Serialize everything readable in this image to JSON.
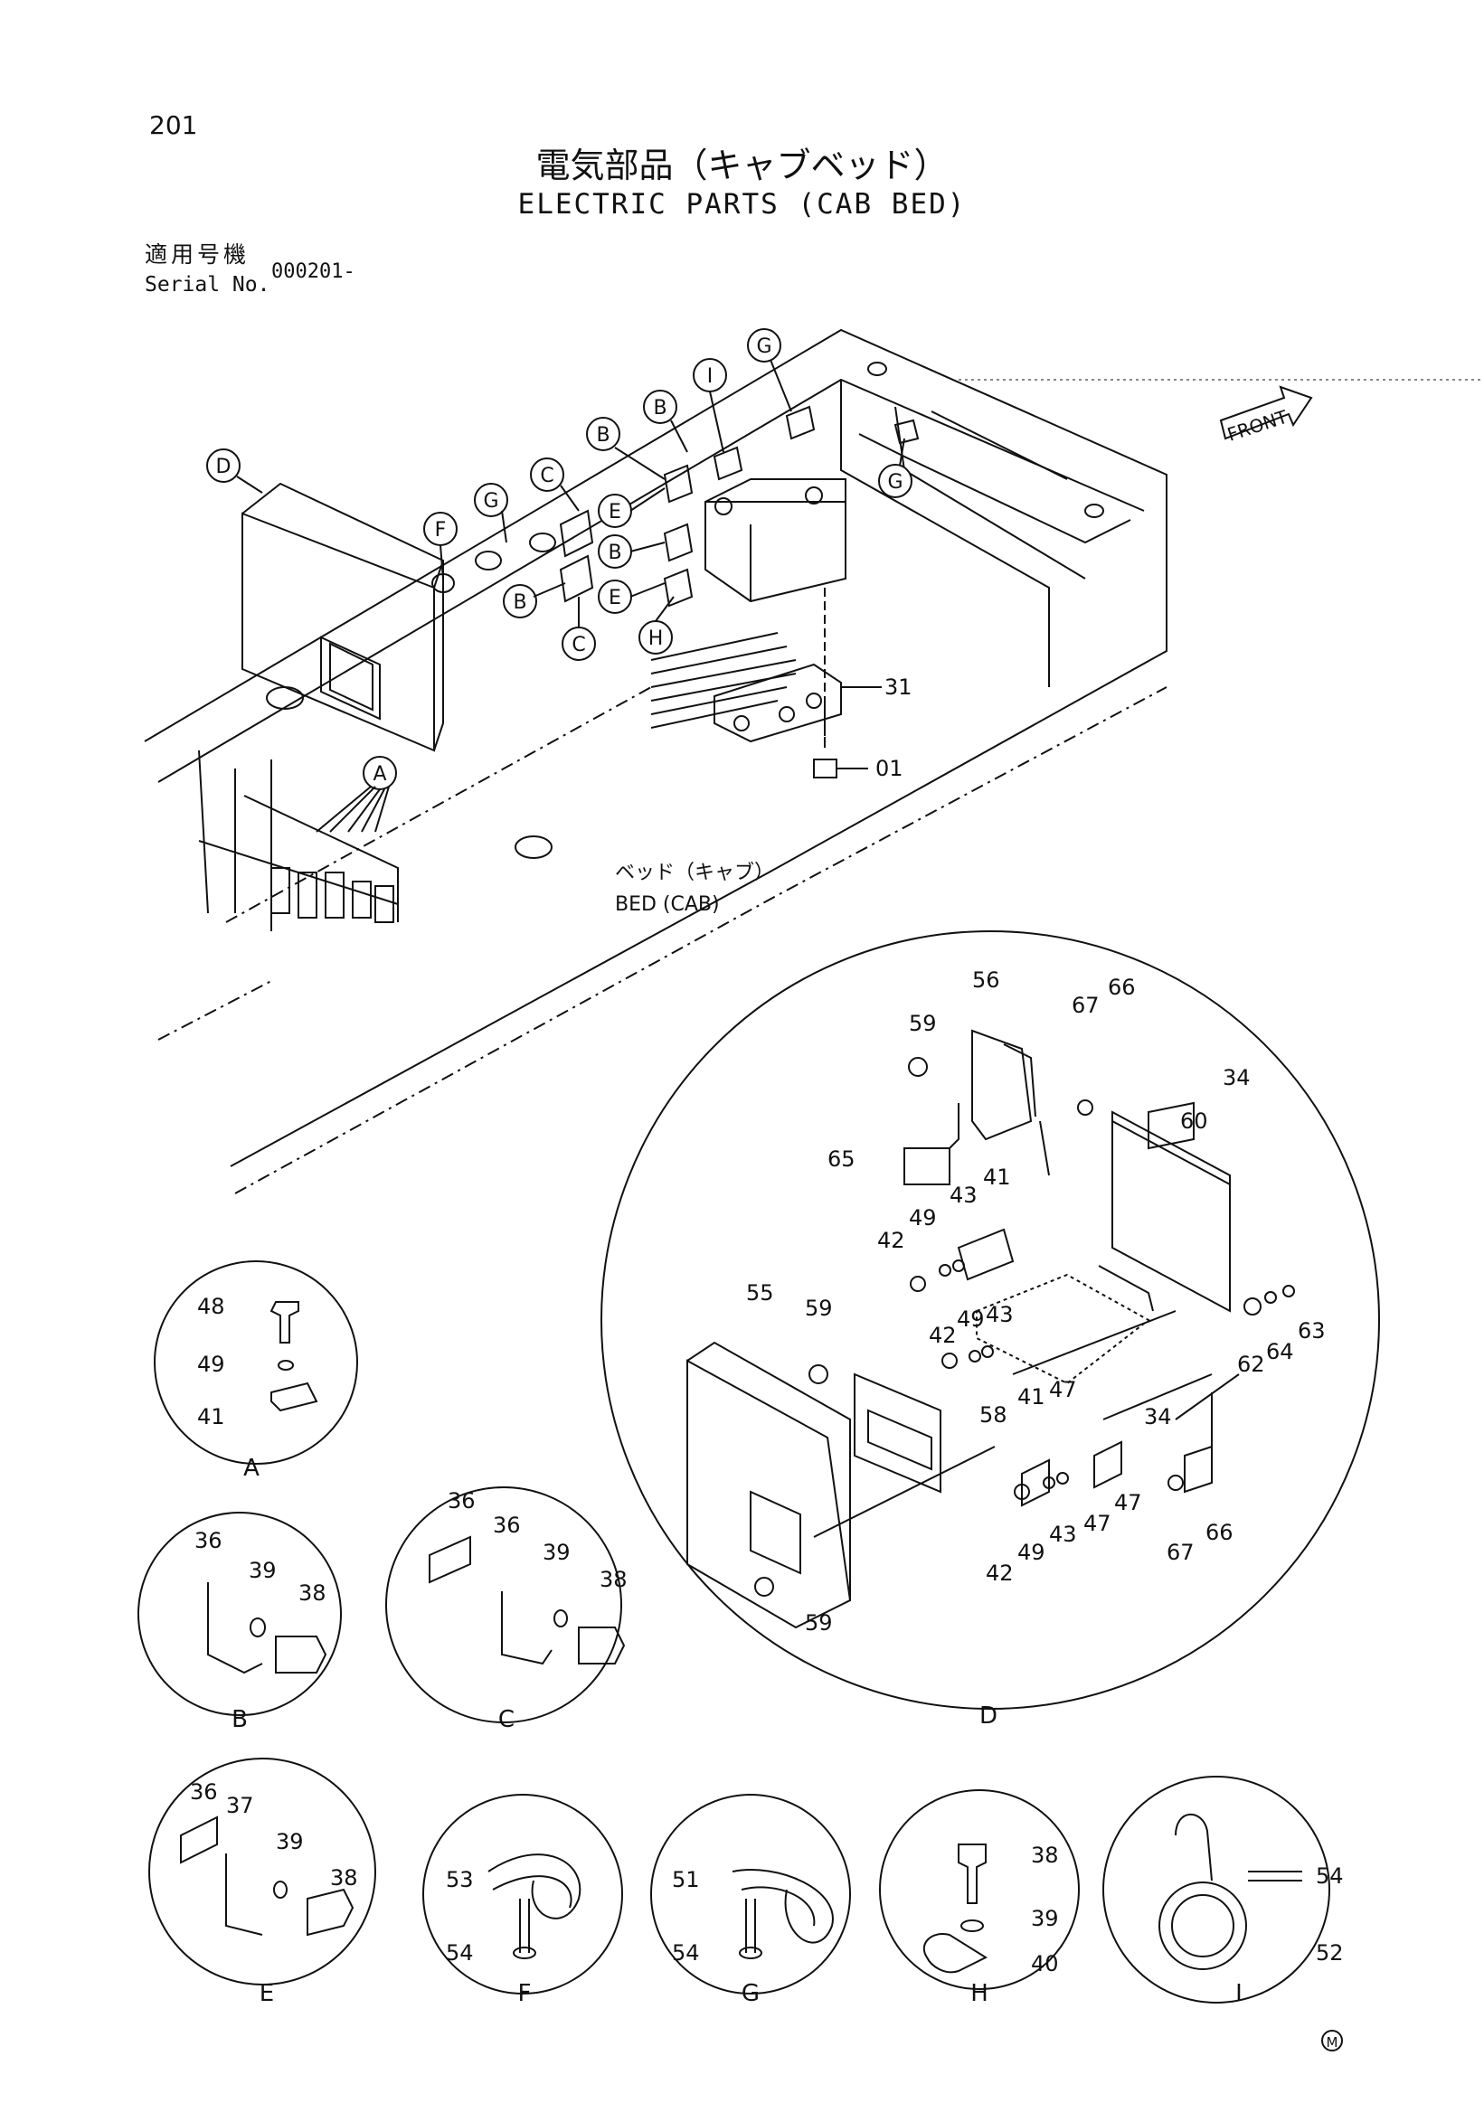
{
  "page_number": "201",
  "title_jp": "電気部品（キャブベッド）",
  "title_en": "ELECTRIC PARTS (CAB BED)",
  "serial": {
    "label_jp": "適用号機",
    "label_en": "Serial No.",
    "value": "000201-"
  },
  "front_label": "FRONT",
  "bed_label_jp": "ベッド（キャブ）",
  "bed_label_en": "BED (CAB)",
  "callouts": [
    "A",
    "B",
    "C",
    "D",
    "E",
    "F",
    "G",
    "H",
    "I"
  ],
  "main_parts": [
    "31",
    "01"
  ],
  "detail_d_parts": [
    "56",
    "59",
    "67",
    "66",
    "34",
    "60",
    "65",
    "41",
    "43",
    "49",
    "42",
    "55",
    "59",
    "58",
    "42",
    "49",
    "43",
    "41",
    "47",
    "62",
    "64",
    "63",
    "34",
    "42",
    "49",
    "43",
    "47",
    "47",
    "67",
    "66",
    "59"
  ],
  "detail_a_parts": [
    "48",
    "49",
    "41"
  ],
  "detail_b_parts": [
    "36",
    "39",
    "38"
  ],
  "detail_c_parts": [
    "36",
    "36",
    "39",
    "38"
  ],
  "detail_e_parts": [
    "36",
    "37",
    "39",
    "38"
  ],
  "detail_f_parts": [
    "53",
    "54"
  ],
  "detail_g_parts": [
    "51",
    "54"
  ],
  "detail_h_parts": [
    "38",
    "39",
    "40"
  ],
  "detail_i_parts": [
    "54",
    "52"
  ],
  "detail_labels": [
    "A",
    "B",
    "C",
    "D",
    "E",
    "F",
    "G",
    "H",
    "I"
  ],
  "corner_mark": "M"
}
